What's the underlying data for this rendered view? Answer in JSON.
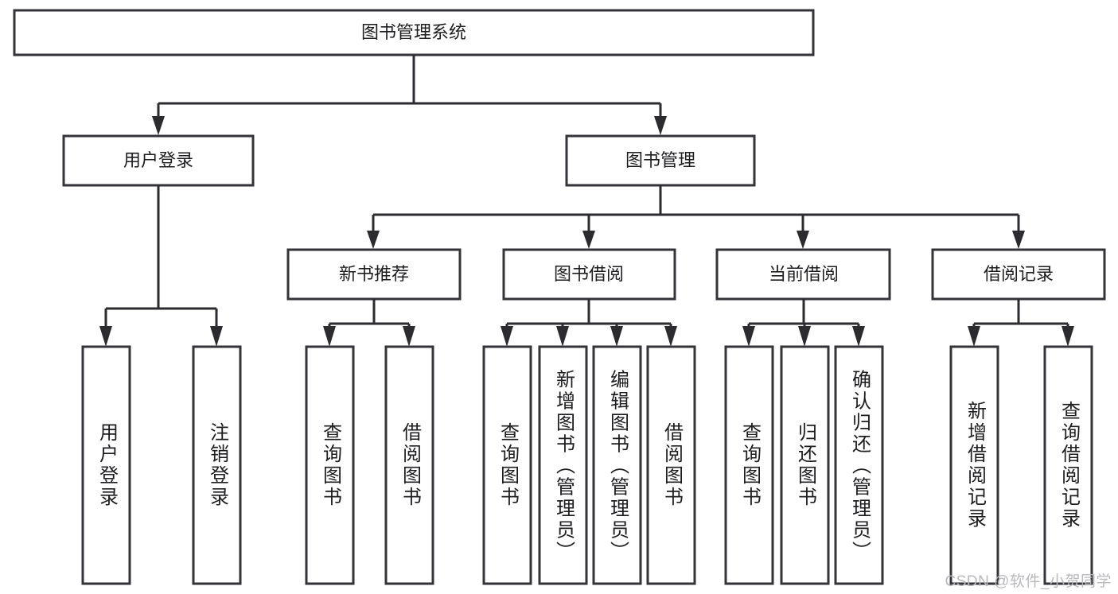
{
  "diagram": {
    "type": "hierarchy-tree",
    "title": "图书管理系统",
    "watermark": "CSDN @软件_小贺同学",
    "colors": {
      "background": "#ffffff",
      "box_stroke": "#33333a",
      "connector": "#2b2b30",
      "text": "#1d1d20",
      "watermark": "#b9b9bd"
    },
    "root": {
      "label": "图书管理系统",
      "level": 0
    },
    "level1": [
      {
        "id": "user-login",
        "label": "用户登录"
      },
      {
        "id": "book-management",
        "label": "图书管理"
      }
    ],
    "level2": [
      {
        "id": "new-book-recommend",
        "label": "新书推荐",
        "parent": "book-management"
      },
      {
        "id": "book-borrow",
        "label": "图书借阅",
        "parent": "book-management"
      },
      {
        "id": "current-borrow",
        "label": "当前借阅",
        "parent": "book-management"
      },
      {
        "id": "borrow-record",
        "label": "借阅记录",
        "parent": "book-management"
      }
    ],
    "leaves": [
      {
        "id": "leaf-user-login",
        "label": "用户登录",
        "parent": "user-login"
      },
      {
        "id": "leaf-logout",
        "label": "注销登录",
        "parent": "user-login"
      },
      {
        "id": "leaf-query-book-1",
        "label": "查询图书",
        "parent": "new-book-recommend"
      },
      {
        "id": "leaf-borrow-book-1",
        "label": "借阅图书",
        "parent": "new-book-recommend"
      },
      {
        "id": "leaf-query-book-2",
        "label": "查询图书",
        "parent": "book-borrow"
      },
      {
        "id": "leaf-add-book",
        "label": "新增图书（管理员）",
        "parent": "book-borrow"
      },
      {
        "id": "leaf-edit-book",
        "label": "编辑图书（管理员）",
        "parent": "book-borrow"
      },
      {
        "id": "leaf-borrow-book-2",
        "label": "借阅图书",
        "parent": "book-borrow"
      },
      {
        "id": "leaf-query-book-3",
        "label": "查询图书",
        "parent": "current-borrow"
      },
      {
        "id": "leaf-return-book",
        "label": "归还图书",
        "parent": "current-borrow"
      },
      {
        "id": "leaf-confirm-return",
        "label": "确认归还（管理员）",
        "parent": "current-borrow"
      },
      {
        "id": "leaf-add-record",
        "label": "新增借阅记录",
        "parent": "borrow-record"
      },
      {
        "id": "leaf-query-record",
        "label": "查询借阅记录",
        "parent": "borrow-record"
      }
    ]
  }
}
